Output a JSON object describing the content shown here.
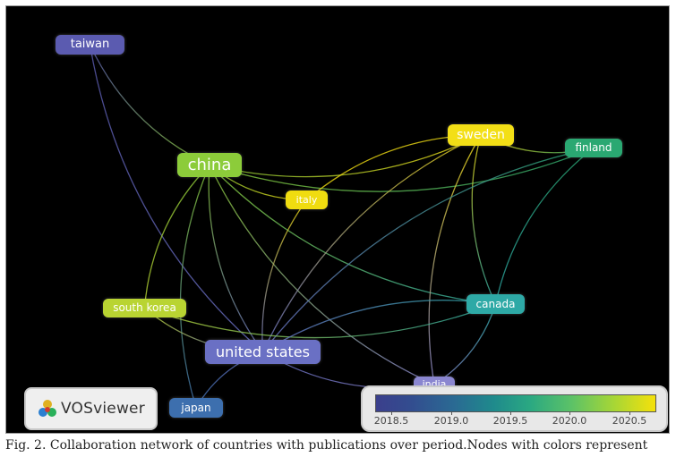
{
  "nodes": [
    {
      "id": "taiwan",
      "label": "taiwan",
      "color": "#5b5bb0"
    },
    {
      "id": "china",
      "label": "china",
      "color": "#8ccc3a"
    },
    {
      "id": "italy",
      "label": "italy",
      "color": "#f0dc10"
    },
    {
      "id": "sweden",
      "label": "sweden",
      "color": "#f3df16"
    },
    {
      "id": "finland",
      "label": "finland",
      "color": "#2aa872"
    },
    {
      "id": "south_korea",
      "label": "south korea",
      "color": "#b9d432"
    },
    {
      "id": "canada",
      "label": "canada",
      "color": "#2ea9a6"
    },
    {
      "id": "united_states",
      "label": "united states",
      "color": "#6a70c4"
    },
    {
      "id": "india",
      "label": "india",
      "color": "#8a86d0"
    },
    {
      "id": "japan",
      "label": "japan",
      "color": "#3d6fae"
    }
  ],
  "edges": [
    [
      "taiwan",
      "china"
    ],
    [
      "taiwan",
      "united_states"
    ],
    [
      "china",
      "sweden"
    ],
    [
      "china",
      "finland"
    ],
    [
      "china",
      "italy"
    ],
    [
      "china",
      "canada"
    ],
    [
      "china",
      "united_states"
    ],
    [
      "china",
      "south_korea"
    ],
    [
      "china",
      "japan"
    ],
    [
      "china",
      "india"
    ],
    [
      "sweden",
      "finland"
    ],
    [
      "sweden",
      "italy"
    ],
    [
      "sweden",
      "canada"
    ],
    [
      "sweden",
      "united_states"
    ],
    [
      "sweden",
      "india"
    ],
    [
      "finland",
      "canada"
    ],
    [
      "finland",
      "united_states"
    ],
    [
      "italy",
      "united_states"
    ],
    [
      "south_korea",
      "united_states"
    ],
    [
      "south_korea",
      "canada"
    ],
    [
      "canada",
      "united_states"
    ],
    [
      "united_states",
      "india"
    ],
    [
      "united_states",
      "japan"
    ],
    [
      "india",
      "canada"
    ]
  ],
  "logo": {
    "text": "VOSviewer"
  },
  "legend": {
    "ticks": [
      "2018.5",
      "2019.0",
      "2019.5",
      "2020.0",
      "2020.5"
    ],
    "gradient_colors": [
      "#3b3f8c",
      "#2a6a93",
      "#1f8a8c",
      "#2aa882",
      "#5cc267",
      "#a6d636",
      "#f5e10b"
    ]
  },
  "caption": "Fig. 2. Collaboration network of countries with publications over period.Nodes with colors represent"
}
